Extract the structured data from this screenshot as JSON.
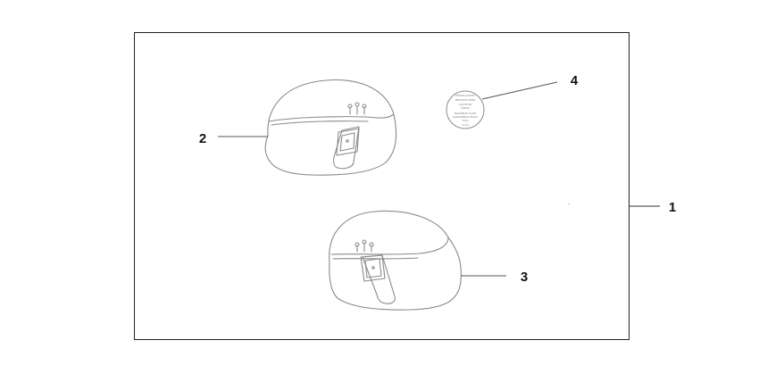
{
  "callouts": [
    {
      "id": "1",
      "label": "1"
    },
    {
      "id": "2",
      "label": "2"
    },
    {
      "id": "3",
      "label": "3"
    },
    {
      "id": "4",
      "label": "4"
    }
  ],
  "colors": {
    "background": "#ffffff",
    "frame": "#222222",
    "line_art": "#8a8a8a",
    "leader": "#555555",
    "callout_text": "#111111"
  }
}
